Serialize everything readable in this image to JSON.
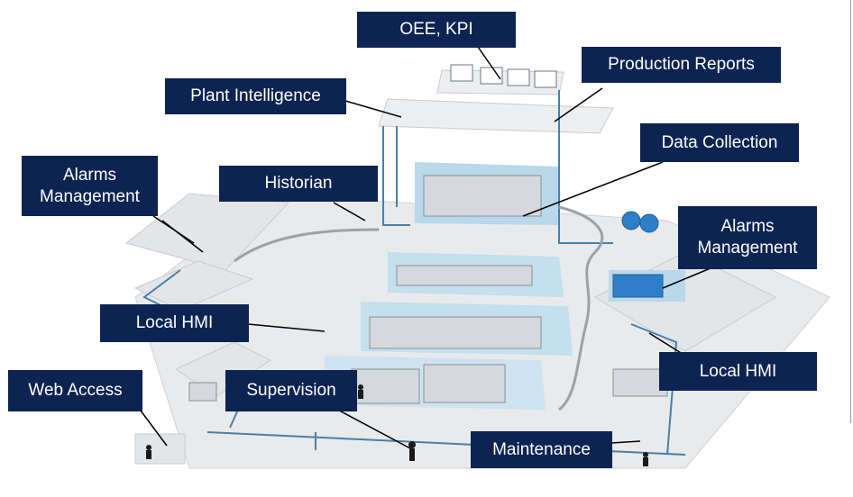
{
  "labels": {
    "oee_kpi": "OEE, KPI",
    "production_reports": "Production Reports",
    "plant_intelligence": "Plant Intelligence",
    "data_collection": "Data Collection",
    "alarms_management_left": "Alarms\nManagement",
    "historian": "Historian",
    "alarms_management_right": "Alarms\nManagement",
    "local_hmi_left": "Local HMI",
    "local_hmi_right": "Local HMI",
    "web_access": "Web Access",
    "supervision": "Supervision",
    "maintenance": "Maintenance"
  },
  "colors": {
    "label_bg": "#0d2352",
    "label_text": "#ffffff",
    "floor": "#e6e8ea",
    "floor_edge": "#c4c8cc",
    "zone": "#b9d8ea",
    "network_line": "#4a7fa8",
    "machine": "#d5d8dc"
  }
}
